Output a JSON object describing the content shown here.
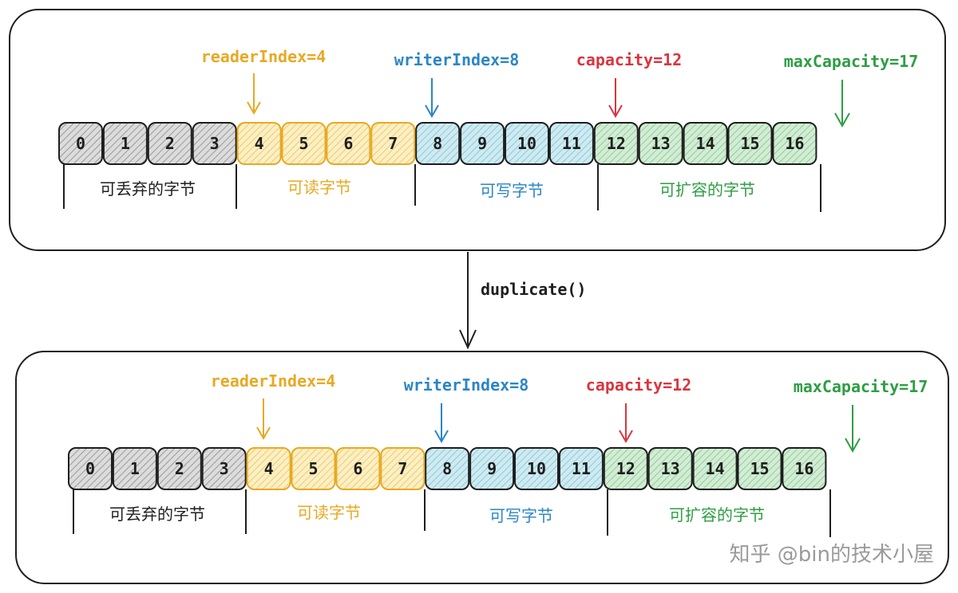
{
  "colors": {
    "discard": "#6b6b6b",
    "readable": "#e8a923",
    "writable": "#2b86c5",
    "expandable": "#2e9e44",
    "capacity": "#d9363e",
    "text": "#1e1e1e"
  },
  "buffers": [
    {
      "labels": {
        "readerIndex": "readerIndex=4",
        "writerIndex": "writerIndex=8",
        "capacity": "capacity=12",
        "maxCapacity": "maxCapacity=17"
      },
      "cells": [
        "0",
        "1",
        "2",
        "3",
        "4",
        "5",
        "6",
        "7",
        "8",
        "9",
        "10",
        "11",
        "12",
        "13",
        "14",
        "15",
        "16"
      ],
      "regions": {
        "discardable": "可丢弃的字节",
        "readable": "可读字节",
        "writable": "可写字节",
        "expandable": "可扩容的字节"
      }
    },
    {
      "labels": {
        "readerIndex": "readerIndex=4",
        "writerIndex": "writerIndex=8",
        "capacity": "capacity=12",
        "maxCapacity": "maxCapacity=17"
      },
      "cells": [
        "0",
        "1",
        "2",
        "3",
        "4",
        "5",
        "6",
        "7",
        "8",
        "9",
        "10",
        "11",
        "12",
        "13",
        "14",
        "15",
        "16"
      ],
      "regions": {
        "discardable": "可丢弃的字节",
        "readable": "可读字节",
        "writable": "可写字节",
        "expandable": "可扩容的字节"
      }
    }
  ],
  "operation": "duplicate()",
  "watermark": "知乎 @bin的技术小屋"
}
